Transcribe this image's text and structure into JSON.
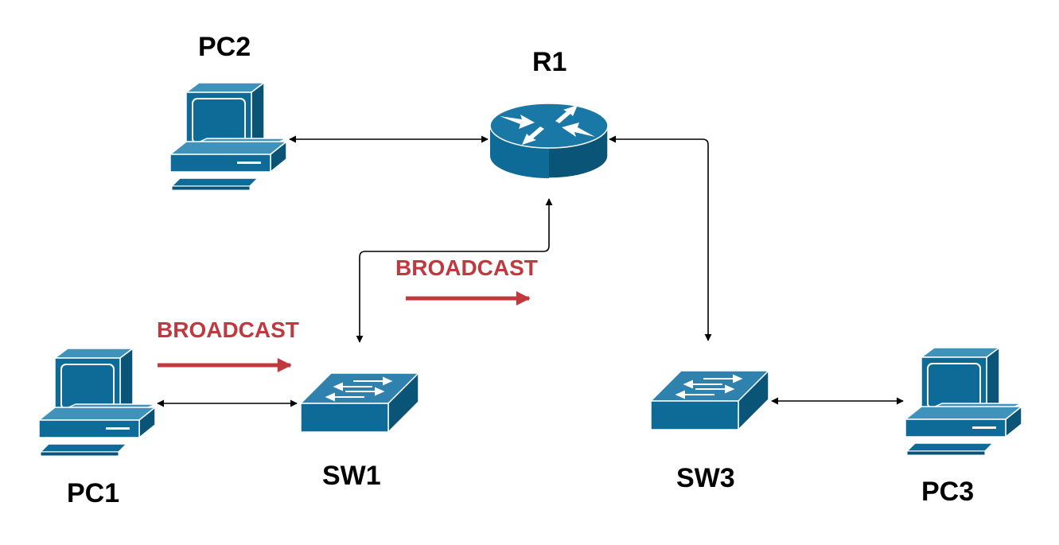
{
  "devices": {
    "pc1": {
      "label": "PC1",
      "icon": "pc-icon"
    },
    "pc2": {
      "label": "PC2",
      "icon": "pc-icon"
    },
    "pc3": {
      "label": "PC3",
      "icon": "pc-icon"
    },
    "r1": {
      "label": "R1",
      "icon": "router-icon"
    },
    "sw1": {
      "label": "SW1",
      "icon": "switch-icon"
    },
    "sw3": {
      "label": "SW3",
      "icon": "switch-icon"
    }
  },
  "broadcast": {
    "label_1": "BROADCAST",
    "label_2": "BROADCAST"
  },
  "colors": {
    "device": "#0e6a96",
    "device_dark": "#0a5477",
    "device_light": "#3f93bb",
    "link": "#000000",
    "broadcast": "#c0393f"
  }
}
